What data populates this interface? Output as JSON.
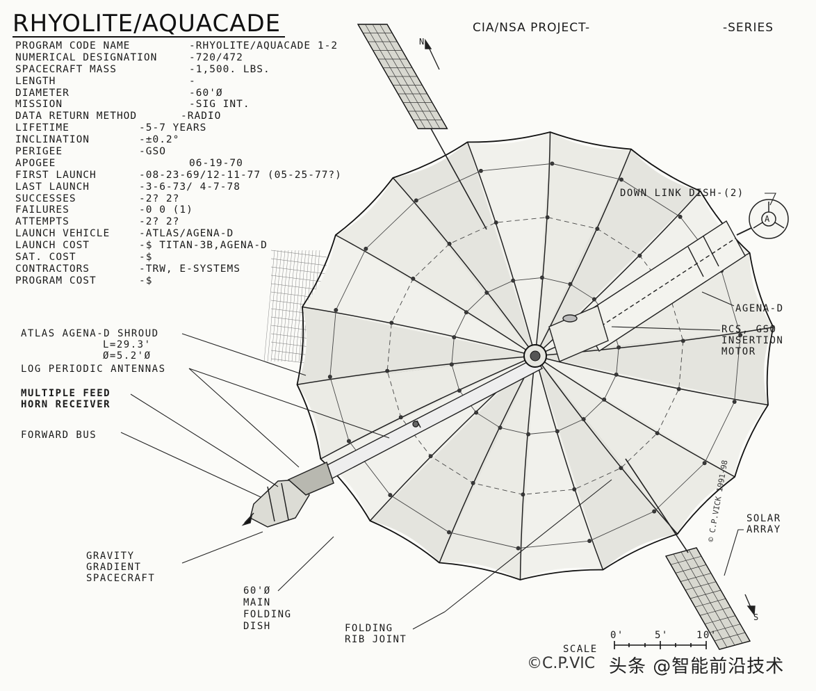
{
  "header": {
    "title": "RHYOLITE/AQUACADE",
    "program": "CIA/NSA PROJECT-",
    "series": "-SERIES"
  },
  "specs": [
    {
      "label": "PROGRAM CODE NAME",
      "value": "-RHYOLITE/AQUACADE 1-2"
    },
    {
      "label": "NUMERICAL DESIGNATION",
      "value": "-720/472"
    },
    {
      "label": "SPACECRAFT MASS",
      "value": "-1,500. LBS."
    },
    {
      "label": "LENGTH",
      "value": "-"
    },
    {
      "label": "DIAMETER",
      "value": "-60'Ø"
    },
    {
      "label": "MISSION",
      "value": "-SIG INT."
    },
    {
      "label": "DATA RETURN METHOD",
      "value": "-RADIO"
    },
    {
      "label": "LIFETIME",
      "value": "-5-7 YEARS"
    },
    {
      "label": "INCLINATION",
      "value": "-±0.2°"
    },
    {
      "label": "PERIGEE",
      "value": "-GSO"
    },
    {
      "label": "APOGEE",
      "value": "06-19-70"
    },
    {
      "label": "FIRST LAUNCH",
      "value": "-08-23-69/12-11-77 (05-25-77?)"
    },
    {
      "label": "LAST LAUNCH",
      "value": "-3-6-73/ 4-7-78"
    },
    {
      "label": "SUCCESSES",
      "value": "-2?      2?"
    },
    {
      "label": "FAILURES",
      "value": "-0       0 (1)"
    },
    {
      "label": "ATTEMPTS",
      "value": "-2?      2?"
    },
    {
      "label": "LAUNCH VEHICLE",
      "value": "-ATLAS/AGENA-D"
    },
    {
      "label": "LAUNCH COST",
      "value": "-$   TITAN-3B,AGENA-D"
    },
    {
      "label": "SAT. COST",
      "value": "-$"
    },
    {
      "label": "CONTRACTORS",
      "value": "-TRW, E-SYSTEMS"
    },
    {
      "label": "PROGRAM COST",
      "value": "-$"
    }
  ],
  "labels": {
    "downlink": "DOWN LINK DISH-(2)",
    "agena": "AGENA-D",
    "rcs": [
      "RCS, GSO",
      "INSERTION",
      "MOTOR"
    ],
    "shroud": [
      "ATLAS AGENA-D SHROUD",
      "L=29.3'",
      "Ø=5.2'Ø"
    ],
    "log_periodic": "LOG PERIODIC ANTENNAS",
    "feed_horn": [
      "MULTIPLE FEED",
      "HORN RECEIVER"
    ],
    "forward_bus": "FORWARD BUS",
    "gravity": [
      "GRAVITY",
      "GRADIENT",
      "SPACECRAFT"
    ],
    "main_dish": [
      "60'Ø",
      "MAIN",
      "FOLDING",
      "DISH"
    ],
    "folding_rib": [
      "FOLDING",
      "RIB JOINT"
    ],
    "solar_array": [
      "SOLAR",
      "ARRAY"
    ],
    "scale": "SCALE",
    "scale_ticks": [
      "0'",
      "5'",
      "10'"
    ],
    "north": "N",
    "south": "S",
    "antenna_glyph": "A"
  },
  "credit": "©C.P.VIC",
  "signature": "© C.P.VICK 1991-98",
  "watermark": "头条 @智能前沿技术"
}
